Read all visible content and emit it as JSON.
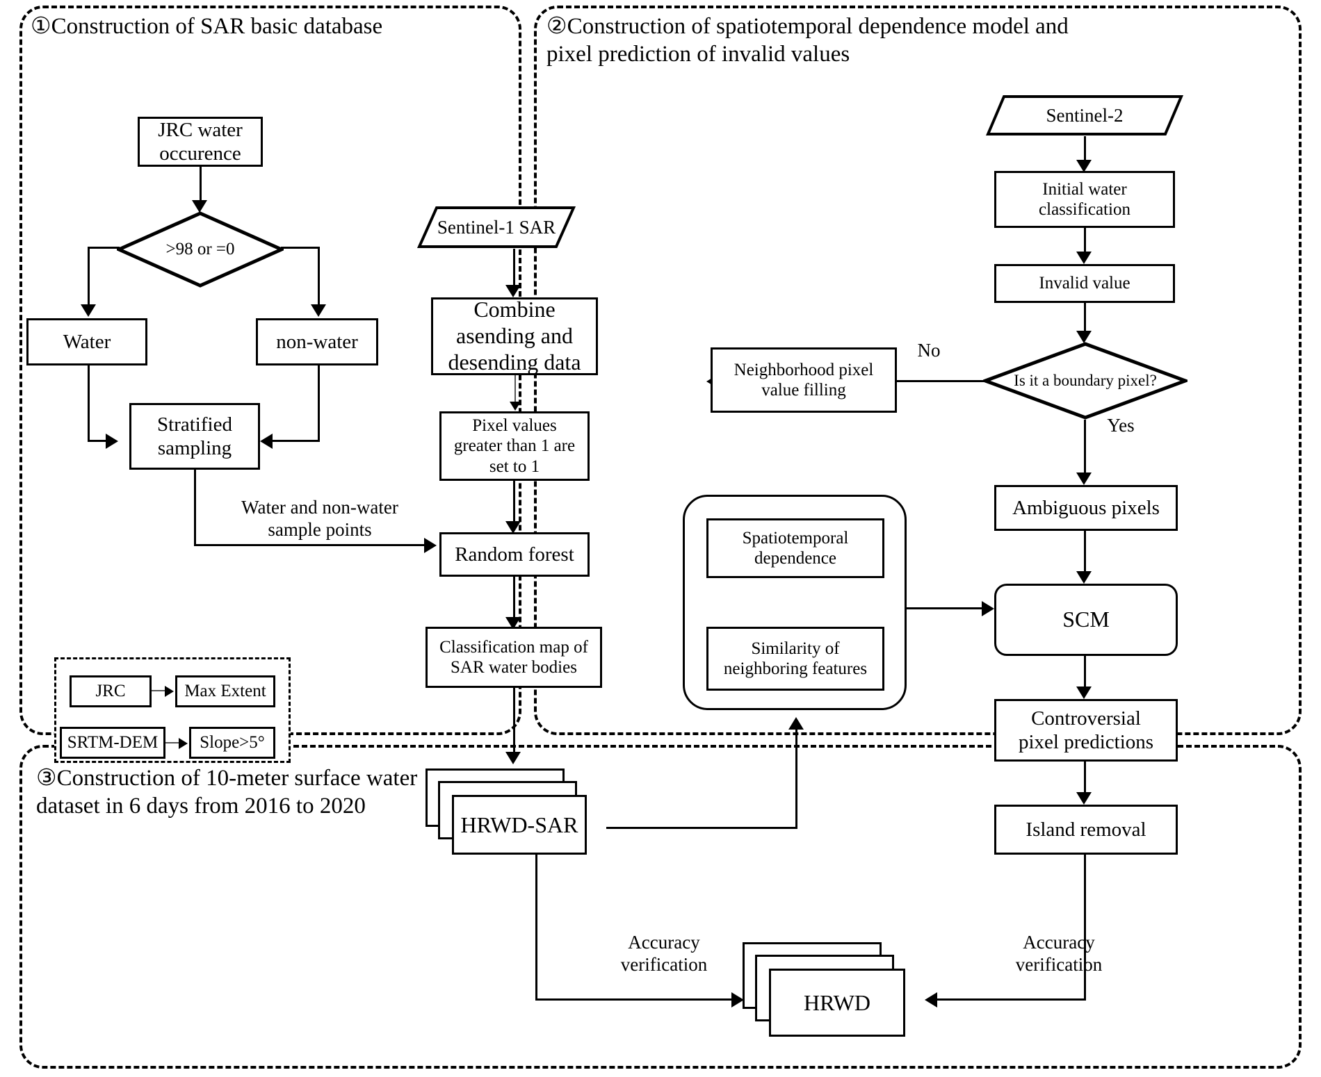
{
  "sections": [
    {
      "id": "sec1",
      "marker": "①",
      "title": "Construction of SAR basic database"
    },
    {
      "id": "sec2",
      "marker": "②",
      "title": "Construction of spatiotemporal dependence model and\npixel prediction of invalid values"
    },
    {
      "id": "sec3",
      "marker": "③",
      "title": "Construction of 10-meter surface water\ndataset in 6 days from 2016 to 2020"
    }
  ],
  "section1": {
    "jrc_water_occurence": "JRC water\noccurence",
    "decision": ">98 or =0",
    "water": "Water",
    "non_water": "non-water",
    "stratified_sampling": "Stratified\nsampling",
    "sample_points_label": "Water and non-water\nsample points",
    "sentinel1": "Sentinel-1 SAR",
    "combine": "Combine\nasending and\ndesending data",
    "pixel_values": "Pixel values\ngreater than 1 are\nset to 1",
    "random_forest": "Random forest",
    "classification_map": "Classification map of\nSAR water bodies",
    "hrwd_sar": "HRWD-SAR",
    "legend": {
      "rows": [
        {
          "source": "JRC",
          "target": "Max Extent"
        },
        {
          "source": "SRTM-DEM",
          "target": "Slope>5°"
        }
      ]
    }
  },
  "section2": {
    "sentinel2": "Sentinel-2",
    "initial_water_classification": "Initial water\nclassification",
    "invalid_value": "Invalid value",
    "boundary_decision": "Is it a boundary pixel?",
    "branch_no": "No",
    "branch_yes": "Yes",
    "neighborhood_fill": "Neighborhood pixel\nvalue filling",
    "ambiguous_pixels": "Ambiguous pixels",
    "scm": "SCM",
    "controversial": "Controversial\npixel predictions",
    "island_removal": "Island  removal",
    "group": {
      "spatiotemporal_dependence": "Spatiotemporal\ndependence",
      "similarity": "Similarity of\nneighboring features"
    }
  },
  "section3": {
    "accuracy_left": "Accuracy\nverification",
    "accuracy_right": "Accuracy\nverification",
    "hrwd": "HRWD"
  },
  "colors": {
    "stroke": "#000000",
    "background": "#ffffff",
    "thin_stroke": "#555555"
  }
}
